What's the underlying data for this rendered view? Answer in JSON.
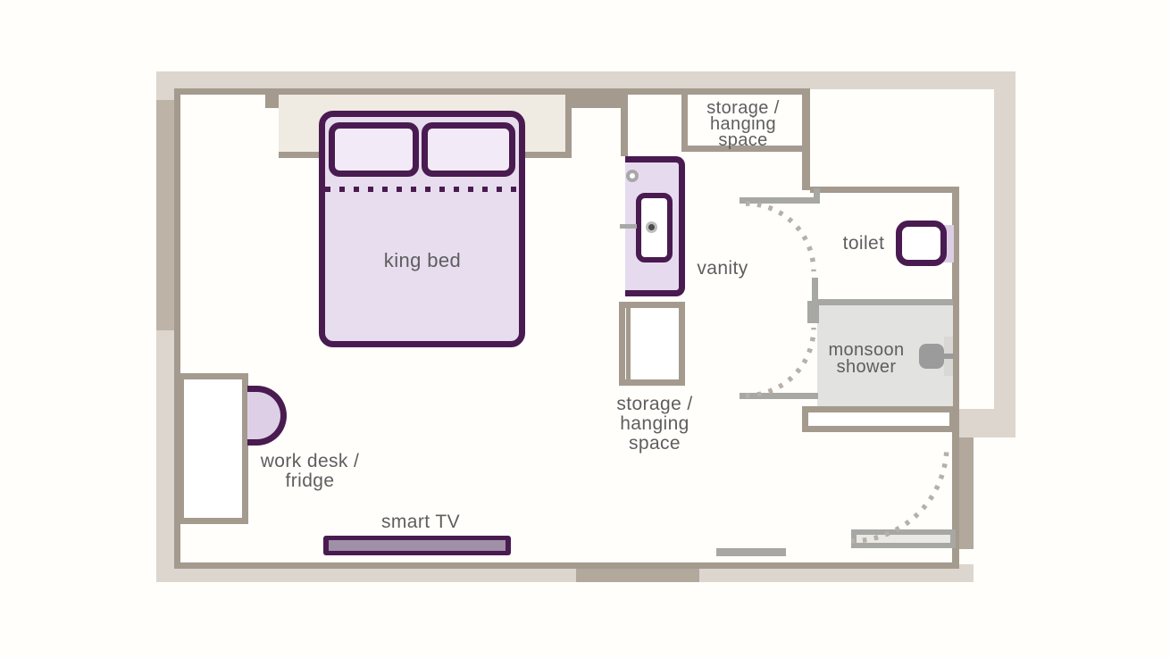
{
  "palette": {
    "wall_taupe": "#a49a8e",
    "wall_gray": "#a7a7a3",
    "exterior_band": "#dcd6ce",
    "exterior_band_dark": "#bdb3a7",
    "exterior_band_darker": "#b2a89b",
    "accent_purple": "#491b50",
    "bed_fill": "#e7ddee",
    "pillow_fill": "#f2ebf7",
    "vanity_fill": "#e6dbee",
    "chair_fill": "#ddd0e6",
    "toilet_tank_fill": "#dbcee4",
    "tv_screen_fill": "#9f90a8",
    "shower_floor": "#e2e2e0",
    "fixture_gray": "#9b9b9b",
    "headboard_panel": "#efeae2",
    "door_swing_dots": "#b6b0a8",
    "label_text": "#5e5e5e"
  },
  "labels": {
    "king_bed": "king bed",
    "storage_top": {
      "line1": "storage /",
      "line2": "hanging",
      "line3": "space"
    },
    "vanity": "vanity",
    "toilet": "toilet",
    "monsoon_shower": {
      "line1": "monsoon",
      "line2": "shower"
    },
    "storage_bottom": {
      "line1": "storage /",
      "line2": "hanging",
      "line3": "space"
    },
    "work_desk": {
      "line1": "work desk /",
      "line2": "fridge"
    },
    "smart_tv": "smart TV"
  }
}
